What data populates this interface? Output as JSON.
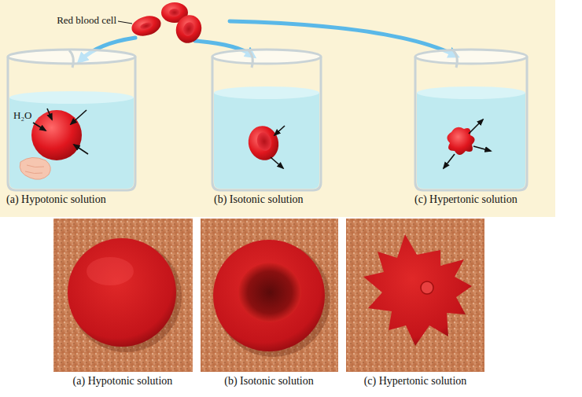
{
  "diagram": {
    "labels": [
      "Red blood cell",
      "H₂O",
      "(a) Hypotonic solution",
      "(b) Isotonic solution",
      "(c) Hypertonic solution",
      "(a) Hypotonic solution",
      "(b) Isotonic solution",
      "(c) Hypertonic solution"
    ]
  }
}
